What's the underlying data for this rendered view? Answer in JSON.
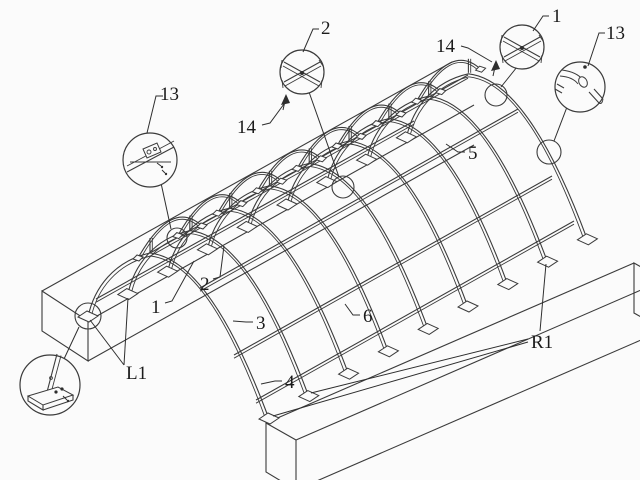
{
  "figure": {
    "type": "patent-line-drawing",
    "background": "#fbfbfb",
    "line_color": "#3b3b3b",
    "text_color": "#1b1b1b"
  },
  "callouts": {
    "one_top": "1",
    "two_top": "2",
    "thirteen_left": "13",
    "thirteen_right": "13",
    "fourteen_left": "14",
    "fourteen_right": "14",
    "one_mid": "1",
    "two_mid": "2",
    "three": "3",
    "four": "4",
    "five": "5",
    "six": "6",
    "left_span": "L1",
    "right_span": "R1"
  }
}
